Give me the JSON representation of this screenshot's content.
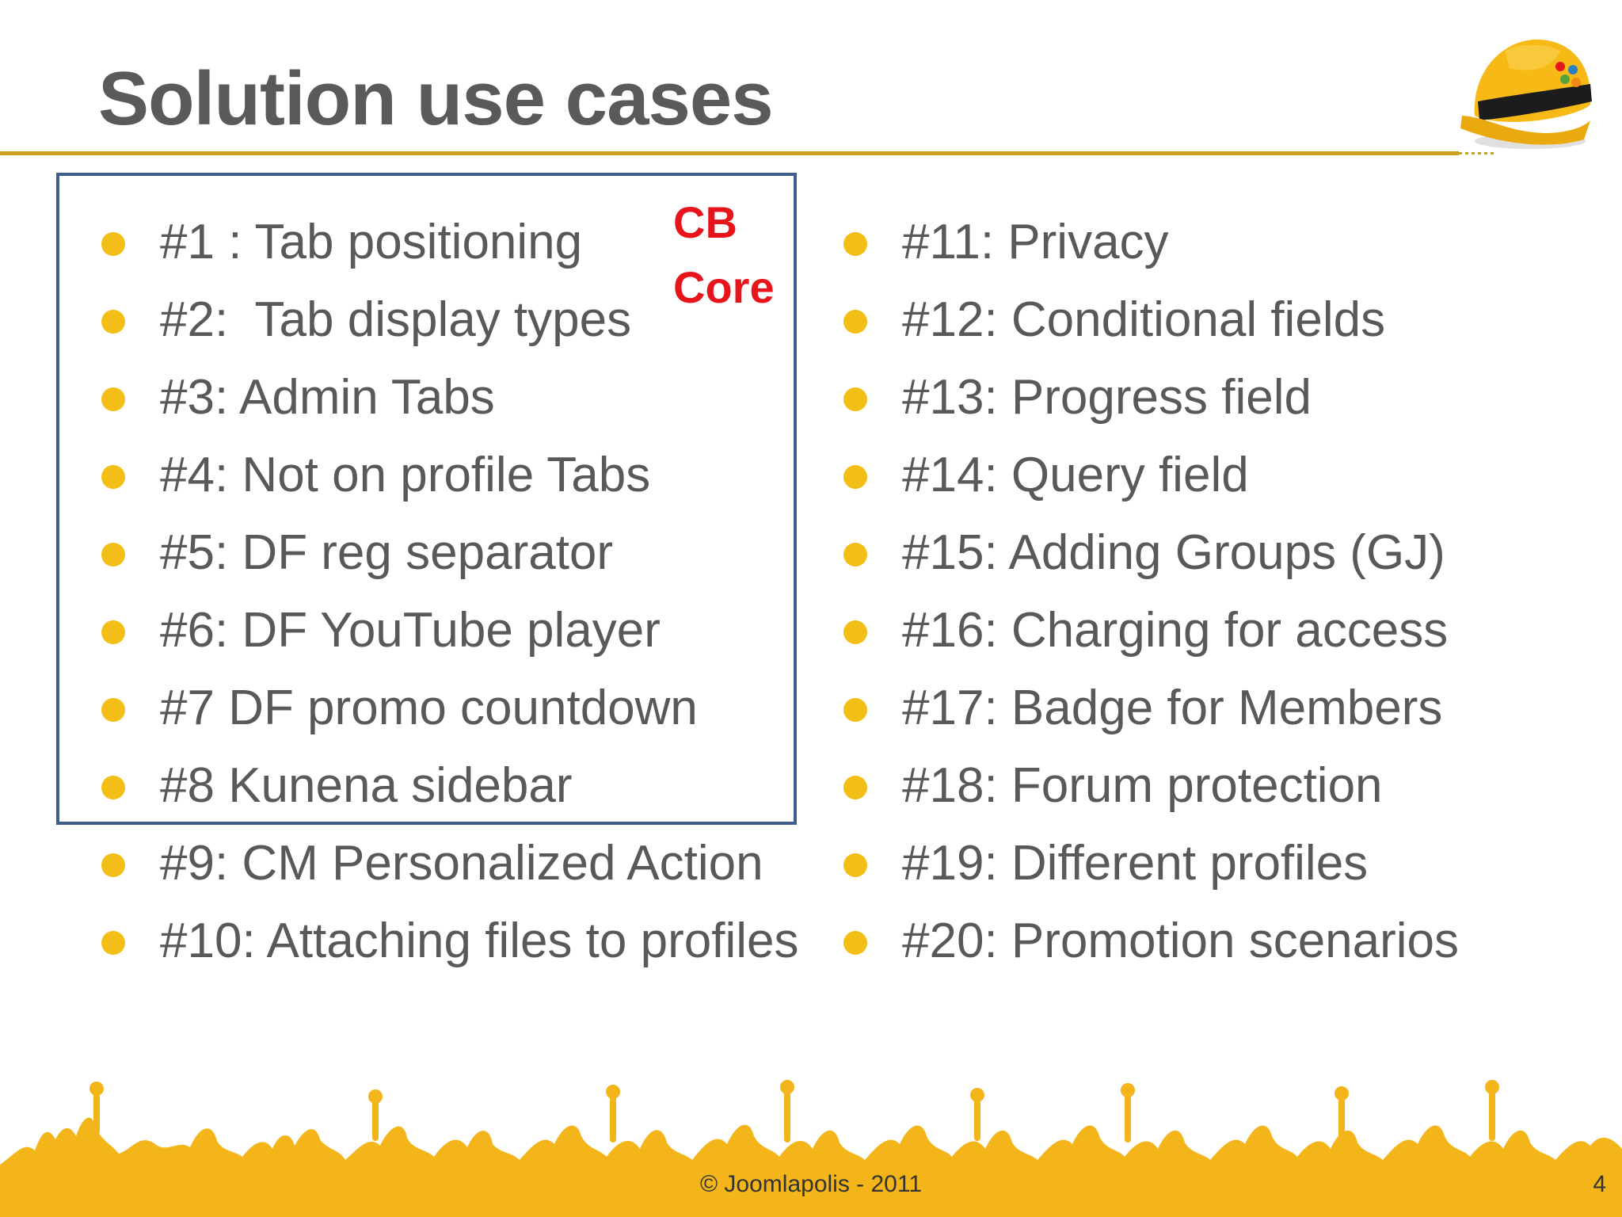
{
  "slide": {
    "title": "Solution use cases",
    "core_label_line1": "CB",
    "core_label_line2": "Core",
    "left_items": [
      "#1 : Tab positioning",
      "#2:  Tab display types",
      "#3: Admin Tabs",
      "#4: Not on profile Tabs",
      "#5: DF reg separator",
      "#6: DF YouTube player",
      "#7 DF promo countdown",
      "#8 Kunena sidebar",
      "#9: CM Personalized Action",
      "#10: Attaching files to profiles"
    ],
    "right_items": [
      "#11: Privacy",
      "#12: Conditional fields",
      "#13: Progress field",
      "#14: Query field",
      "#15: Adding Groups (GJ)",
      "#16: Charging for access",
      "#17: Badge for Members",
      "#18: Forum protection",
      "#19: Different profiles",
      "#20: Promotion scenarios"
    ],
    "footer": "© Joomlapolis - 2011",
    "page_number": "4"
  },
  "colors": {
    "title": "#5a5a5a",
    "rule": "#c9a11e",
    "bullet": "#f3bf17",
    "box_border": "#3e5d8a",
    "core_label": "#e8141b",
    "crowd": "#f3b51a"
  },
  "icons": {
    "helmet": "construction-helmet-icon",
    "bullet": "bullet-dot-icon",
    "crowd": "cheering-crowd-silhouette"
  }
}
